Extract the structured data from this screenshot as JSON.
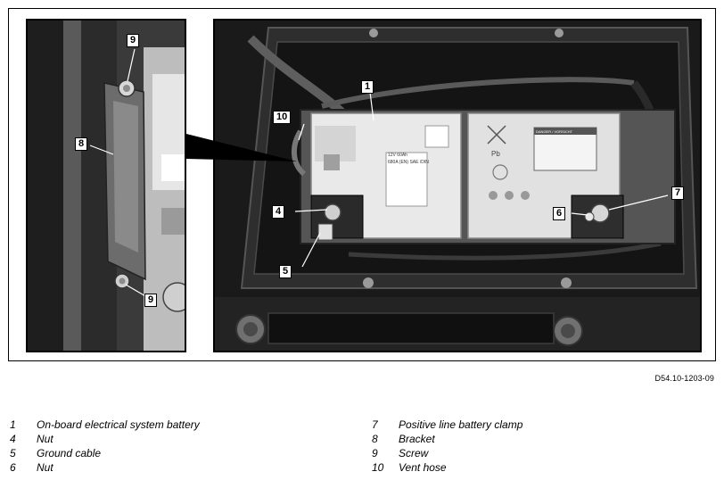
{
  "callouts": {
    "c1": "1",
    "c4": "4",
    "c5": "5",
    "c6": "6",
    "c7": "7",
    "c8": "8",
    "c9a": "9",
    "c9b": "9",
    "c10": "10"
  },
  "figure_reference": "D54.10-1203-09",
  "legend": {
    "left": [
      {
        "num": "1",
        "text": "On-board electrical system battery"
      },
      {
        "num": "4",
        "text": "Nut"
      },
      {
        "num": "5",
        "text": "Ground cable"
      },
      {
        "num": "6",
        "text": "Nut"
      }
    ],
    "right": [
      {
        "num": "7",
        "text": "Positive line battery clamp"
      },
      {
        "num": "8",
        "text": "Bracket"
      },
      {
        "num": "9",
        "text": "Screw"
      },
      {
        "num": "10",
        "text": "Vent hose"
      }
    ]
  },
  "battery_labels": {
    "spec_line1": "12V 60Ah",
    "spec_line2": "680A (EN) SAE /DIN",
    "lead_symbol": "Pb",
    "warning_header": "DANGER / VORSICHT"
  }
}
